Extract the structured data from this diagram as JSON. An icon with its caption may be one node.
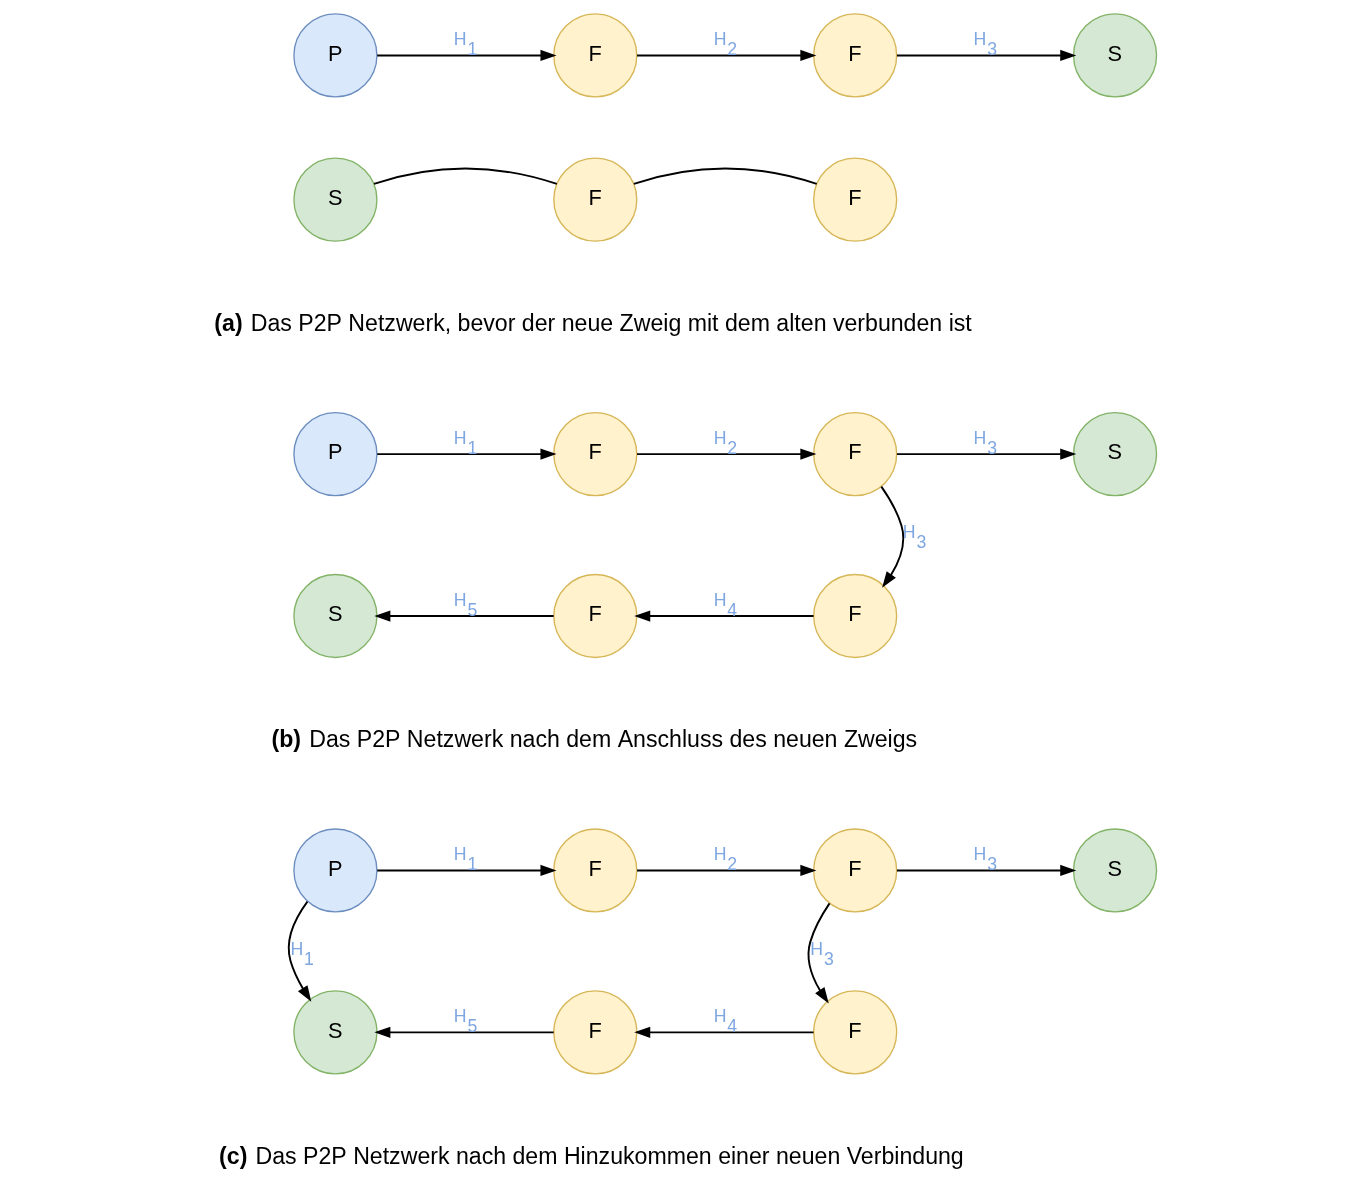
{
  "diagram": {
    "nodes": [
      {
        "text": [
          "P"
        ]
      },
      {
        "text": [
          "F"
        ]
      },
      {
        "text": [
          "F"
        ]
      },
      {
        "text": [
          "S"
        ]
      },
      {
        "text": [
          "S"
        ]
      },
      {
        "text": [
          "F"
        ]
      },
      {
        "text": [
          "F"
        ]
      },
      {
        "text": [
          "P"
        ]
      },
      {
        "text": [
          "F"
        ]
      },
      {
        "text": [
          "F"
        ]
      },
      {
        "text": [
          "S"
        ]
      },
      {
        "text": [
          "S"
        ]
      },
      {
        "text": [
          "F"
        ]
      },
      {
        "text": [
          "F"
        ]
      },
      {
        "text": [
          "P"
        ]
      },
      {
        "text": [
          "F"
        ]
      },
      {
        "text": [
          "F"
        ]
      },
      {
        "text": [
          "S"
        ]
      },
      {
        "text": [
          "S"
        ]
      },
      {
        "text": [
          "F"
        ]
      },
      {
        "text": [
          "F"
        ]
      }
    ],
    "edges": [
      {
        "from": 0,
        "to": 1,
        "arrow": "to",
        "label": "H$_{1}$"
      },
      {
        "from": 1,
        "to": 2,
        "arrow": "to",
        "label": "H$_{2}$"
      },
      {
        "from": 2,
        "to": 3,
        "arrow": "to",
        "label": "H$_{3}$"
      },
      {
        "from": 4,
        "to": 5,
        "arrow": "none"
      },
      {
        "from": 5,
        "to": 6,
        "arrow": "none"
      },
      {
        "from": 7,
        "to": 8,
        "arrow": "to",
        "label": "H$_{1}$"
      },
      {
        "from": 8,
        "to": 9,
        "arrow": "to",
        "label": "H$_{2}$"
      },
      {
        "from": 9,
        "to": 10,
        "arrow": "to",
        "label": "H$_{3}$"
      },
      {
        "from": 9,
        "to": 13,
        "arrow": "to",
        "label": "H$_{3}$"
      },
      {
        "from": 13,
        "to": 12,
        "arrow": "to",
        "label": "H$_{4}$"
      },
      {
        "from": 12,
        "to": 11,
        "arrow": "to",
        "label": "H$_{5}$"
      },
      {
        "from": 14,
        "to": 15,
        "arrow": "to",
        "label": "H$_{1}$"
      },
      {
        "from": 15,
        "to": 16,
        "arrow": "to",
        "label": "H$_{2}$"
      },
      {
        "from": 16,
        "to": 17,
        "arrow": "to",
        "label": "H$_{3}$"
      },
      {
        "from": 14,
        "to": 18,
        "arrow": "to",
        "label": "H$_{1}$"
      },
      {
        "from": 16,
        "to": 20,
        "arrow": "to",
        "label": "H$_{3}$"
      },
      {
        "from": 20,
        "to": 19,
        "arrow": "to",
        "label": "H$_{4}$"
      },
      {
        "from": 19,
        "to": 18,
        "arrow": "to",
        "label": "H$_{5}$"
      }
    ],
    "labels": [
      "**(a)** Das P2P Netzwerk, bevor der neue Zweig mit dem alten verbunden ist",
      "**(b)** Das P2P Netzwerk nach dem Anschluss des neuen Zweigs",
      "**(c)** Das P2P Netzwerk nach dem Hinzukommen einer neuen Verbindung"
    ]
  }
}
